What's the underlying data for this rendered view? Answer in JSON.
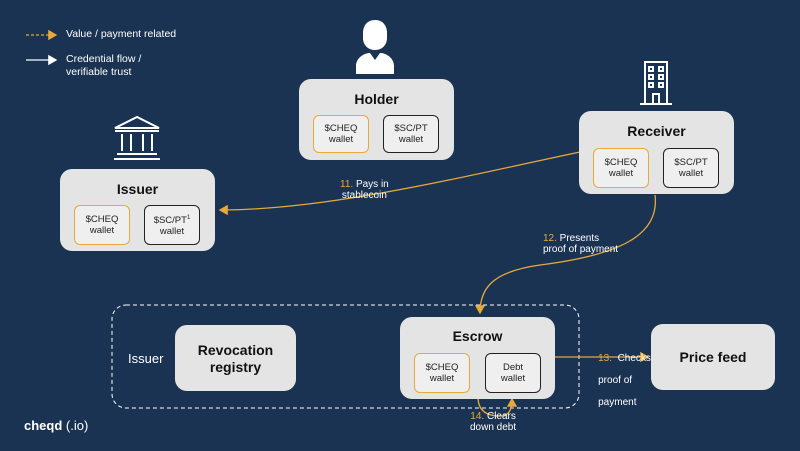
{
  "legend": {
    "value_label": "Value / payment related",
    "credential_label": "Credential flow /",
    "credential_label_2": "verifiable trust",
    "value_color": "#e8a93a",
    "credential_color": "#ffffff"
  },
  "holder": {
    "title": "Holder",
    "wallet1": "$CHEQ",
    "wallet1_sub": "wallet",
    "wallet2": "$SC/PT",
    "wallet2_sub": "wallet",
    "icon": "person-icon"
  },
  "receiver": {
    "title": "Receiver",
    "wallet1": "$CHEQ",
    "wallet1_sub": "wallet",
    "wallet2": "$SC/PT",
    "wallet2_sub": "wallet",
    "icon": "building-icon"
  },
  "issuer": {
    "title": "Issuer",
    "wallet1": "$CHEQ",
    "wallet1_sub": "wallet",
    "wallet2": "$SC/PT",
    "wallet2_sup": "1",
    "wallet2_sub": "wallet",
    "icon": "bank-icon"
  },
  "escrow": {
    "title": "Escrow",
    "wallet1": "$CHEQ",
    "wallet1_sub": "wallet",
    "wallet2": "Debt",
    "wallet2_sub": "wallet"
  },
  "revocation": {
    "title_line1": "Revocation",
    "title_line2": "registry"
  },
  "group_label": "Issuer",
  "price_feed": {
    "title": "Price feed"
  },
  "steps": {
    "s11_num": "11.",
    "s11_line1": " Pays in",
    "s11_line2": "stablecoin",
    "s12_num": "12.",
    "s12_line1": " Presents",
    "s12_line2": "proof of payment",
    "s13_num": "13.",
    "s13_line1": "  Checks",
    "s13_line2": "proof of",
    "s13_line3": "payment",
    "s14_num": "14.",
    "s14_line1": " Clears",
    "s14_line2": "down debt"
  },
  "brand": {
    "name": "cheqd",
    "suffix": " (.io)"
  }
}
